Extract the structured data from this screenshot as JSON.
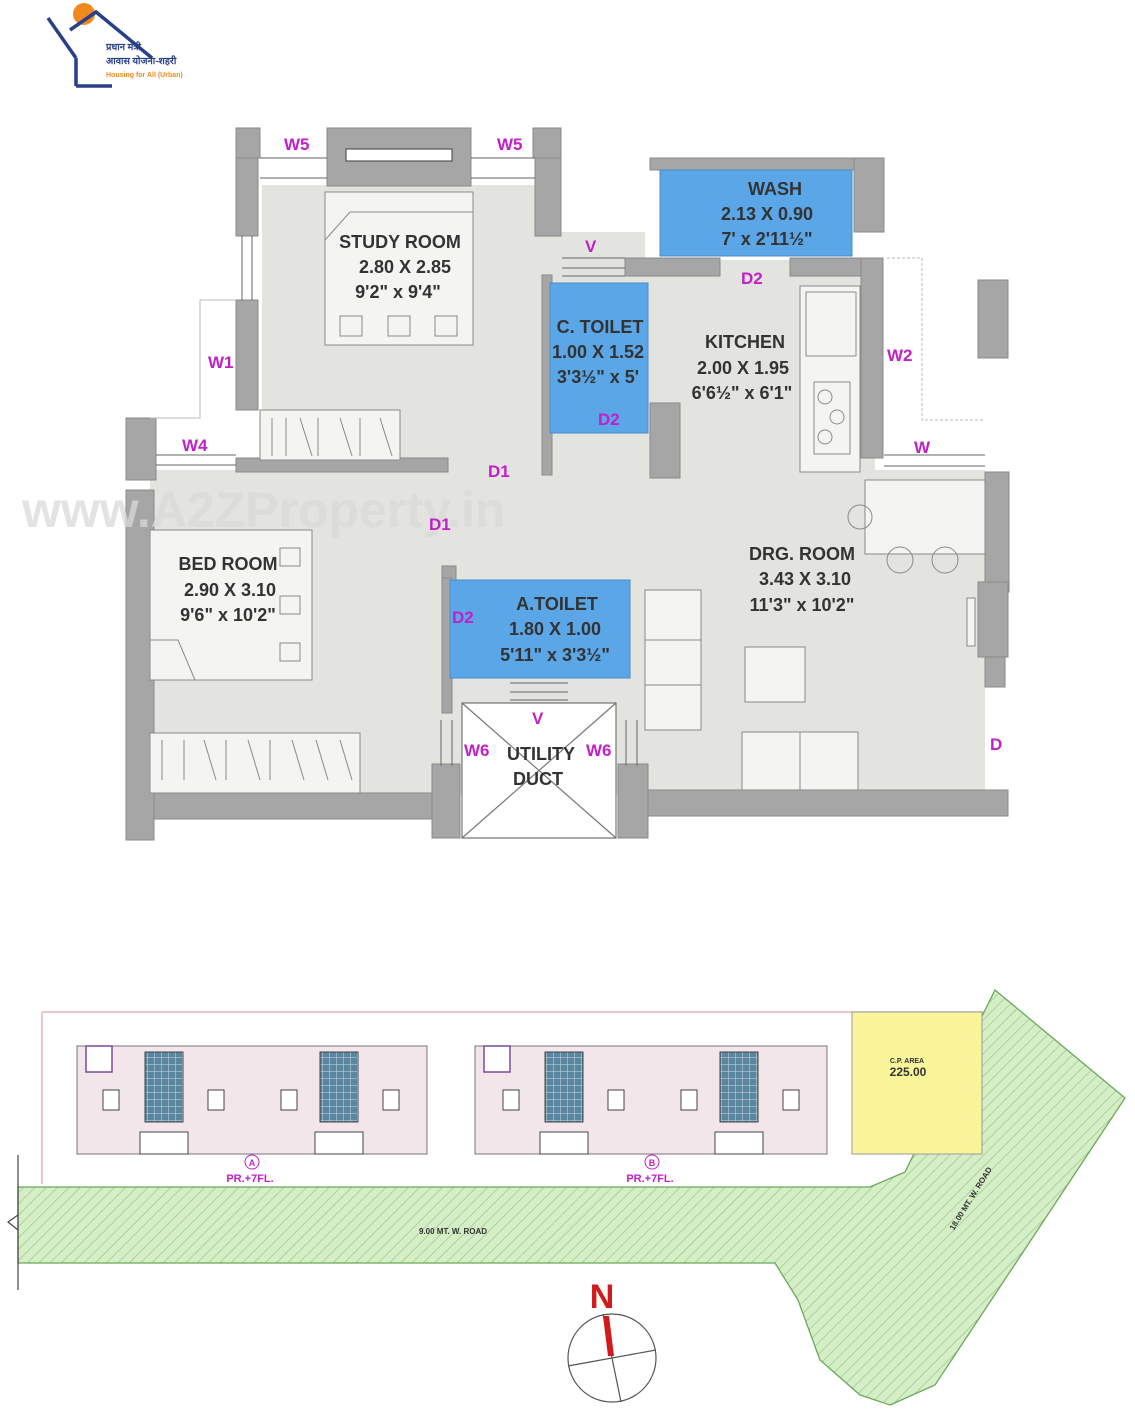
{
  "logo": {
    "line1": "प्रधान मंत्री",
    "line2": "आवास योजना-शहरी",
    "line3": "Housing for All (Urban)"
  },
  "watermark": "www.A2ZProperty.in",
  "rooms": {
    "study": {
      "name": "STUDY ROOM",
      "metric": "2.80 X 2.85",
      "imperial": "9'2\" x  9'4\""
    },
    "wash": {
      "name": "WASH",
      "metric": "2.13 X 0.90",
      "imperial": "7' x 2'11½\""
    },
    "ctoilet": {
      "name": "C. TOILET",
      "metric": "1.00 X 1.52",
      "imperial": "3'3½\" x 5'"
    },
    "kitchen": {
      "name": "KITCHEN",
      "metric": "2.00 X 1.95",
      "imperial": "6'6½\" x 6'1\""
    },
    "bedroom": {
      "name": "BED ROOM",
      "metric": "2.90 X 3.10",
      "imperial": "9'6\" x 10'2\""
    },
    "atoilet": {
      "name": "A.TOILET",
      "metric": "1.80 X 1.00",
      "imperial": "5'11\" x 3'3½\""
    },
    "drawing": {
      "name": "DRG. ROOM",
      "metric": "3.43 X 3.10",
      "imperial": "11'3\" x 10'2\""
    },
    "utility": {
      "line1": "UTILITY",
      "line2": "DUCT"
    }
  },
  "tags": {
    "w5": "W5",
    "w1": "W1",
    "w4": "W4",
    "w2": "W2",
    "w": "W",
    "w6": "W6",
    "v": "V",
    "d1": "D1",
    "d2": "D2",
    "d": "D"
  },
  "site": {
    "cp_title": "C.P. AREA",
    "cp_value": "225.00",
    "building_a_mark": "A",
    "building_a_label": "PR.+7FL.",
    "building_b_mark": "B",
    "building_b_label": "PR.+7FL.",
    "road_main": "9.00 MT. W. ROAD",
    "road_side": "18.00 MT. W. ROAD",
    "north": "N"
  },
  "colors": {
    "wall": "#a6a6a6",
    "floor": "#e4e4e0",
    "wet_area": "#5aa6e6",
    "tag": "#c21fc8",
    "road": "#d3ecc4",
    "cp_area": "#faf59a",
    "north": "#d11a1a"
  }
}
